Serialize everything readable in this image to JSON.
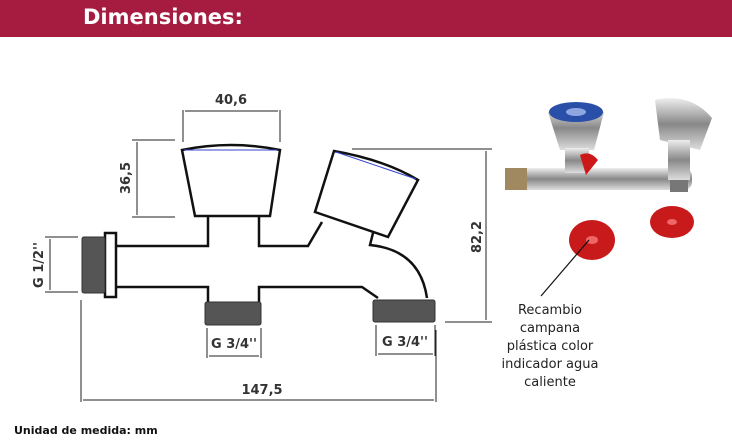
{
  "header": {
    "title": "Dimensiones:",
    "color": "#A61C40"
  },
  "dimensions": {
    "knob_width": "40,6",
    "knob_height": "36,5",
    "total_height": "82,2",
    "inlet_thread": "G 1/2''",
    "center_outlet_thread": "G 3/4''",
    "right_outlet_thread": "G 3/4''",
    "total_length": "147,5"
  },
  "annotation": {
    "text": "Recambio campana plástica color indicador agua caliente"
  },
  "footer": {
    "unit_label": "Unidad de medida: mm"
  }
}
